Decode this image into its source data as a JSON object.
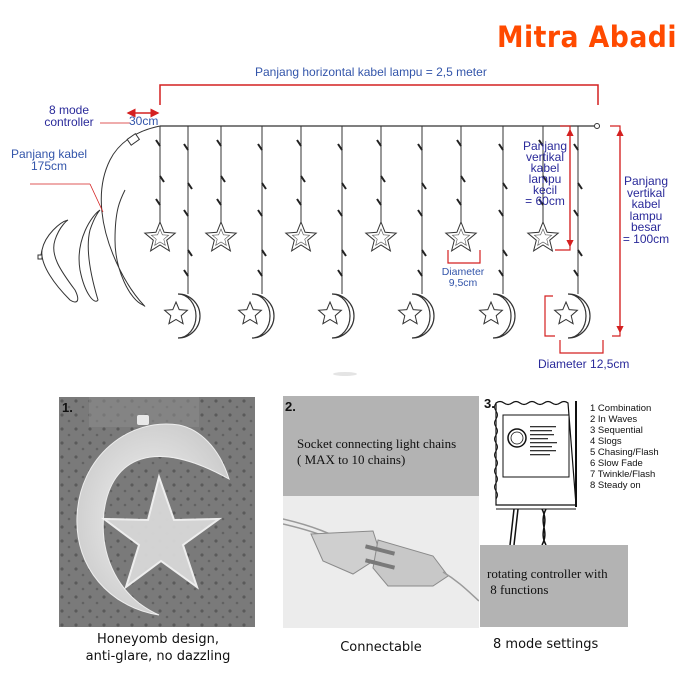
{
  "brand": {
    "name": "Mitra Abadi",
    "color": "#ff4a00"
  },
  "diagram": {
    "horizontal_label": "Panjang horizontal kabel lampu = 2,5 meter",
    "controller_label": [
      "8 mode",
      "controller"
    ],
    "spacing_label": "30cm",
    "cable_label": [
      "Panjang kabel",
      "175cm"
    ],
    "small_vertical_label": [
      "Panjang",
      "vertikal",
      "kabel",
      "lampu",
      "kecil",
      "= 60cm"
    ],
    "large_vertical_label": [
      "Panjang",
      "vertikal",
      "kabel",
      "lampu",
      "besar",
      "= 100cm"
    ],
    "star_diameter_label": [
      "Diameter",
      "9,5cm"
    ],
    "moon_diameter_label": "Diameter 12,5cm",
    "colors": {
      "text": "#2a2a9a",
      "dimension": "#d42020",
      "line": "#333333"
    }
  },
  "panels": [
    {
      "number": "1.",
      "caption": [
        "Honeyomb design,",
        "anti-glare, no dazzling"
      ]
    },
    {
      "number": "2.",
      "overlay_text": [
        "Socket connecting light chains",
        "( MAX to 10 chains)"
      ],
      "caption": [
        "Connectable"
      ]
    },
    {
      "number": "3.",
      "overlay_text": [
        "rotating controller with",
        " 8 functions"
      ],
      "caption": [
        "8 mode settings"
      ],
      "modes": [
        "1 Combination",
        "2 In Waves",
        "3 Sequential",
        "4 Slogs",
        "5 Chasing/Flash",
        "6 Slow Fade",
        "7 Twinkle/Flash",
        "8 Steady on"
      ]
    }
  ]
}
